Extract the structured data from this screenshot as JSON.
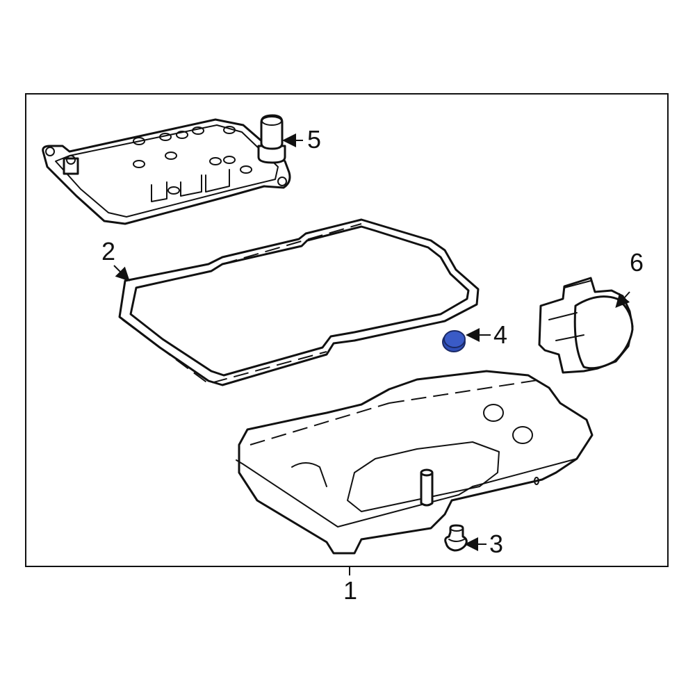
{
  "diagram": {
    "type": "exploded-parts-diagram",
    "highlight_color": "#3a5bc7",
    "frame": {
      "border_color": "#111111"
    },
    "callouts": [
      {
        "id": "1",
        "label": "1",
        "part": "transmission-oil-pan"
      },
      {
        "id": "2",
        "label": "2",
        "part": "pan-gasket"
      },
      {
        "id": "3",
        "label": "3",
        "part": "drain-plug"
      },
      {
        "id": "4",
        "label": "4",
        "part": "plug-highlighted"
      },
      {
        "id": "5",
        "label": "5",
        "part": "filter"
      },
      {
        "id": "6",
        "label": "6",
        "part": "connector-adapter"
      }
    ]
  }
}
